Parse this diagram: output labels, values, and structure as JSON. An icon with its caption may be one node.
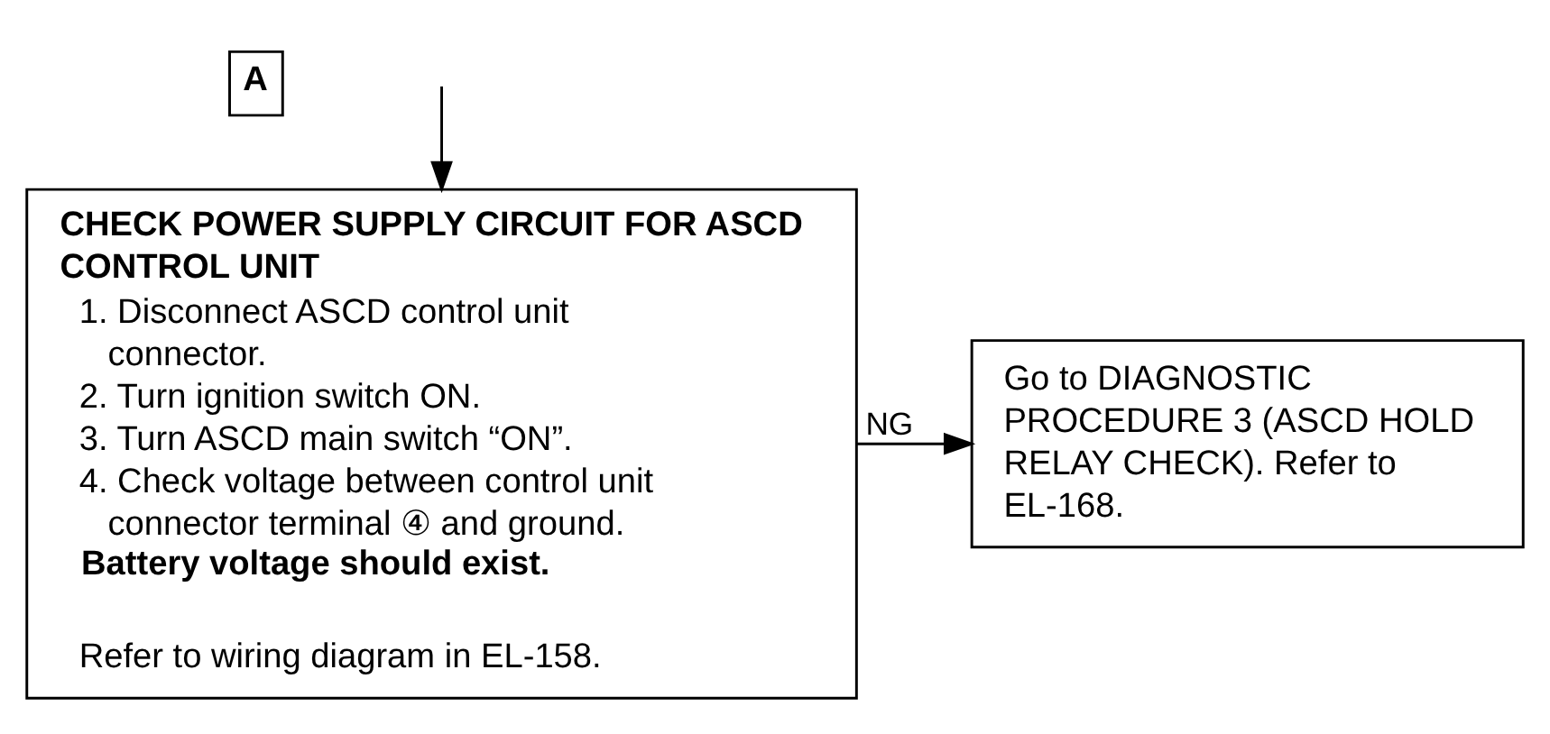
{
  "diagram": {
    "nodes": [
      {
        "text": [
          "CHECK POWER SUPPLY CIRCUIT FOR ASCD CONTROL UNIT",
          "1. Disconnect ASCD control unit connector.",
          "2. Turn ignition switch ON.",
          "3. Turn ASCD main switch “ON”.",
          "4. Check voltage between control unit connector terminal ④ and ground.",
          "Battery voltage should exist.",
          "Refer to wiring diagram in EL-158."
        ]
      },
      {
        "text": [
          "Go to DIAGNOSTIC PROCEDURE 3 (ASCD HOLD RELAY CHECK). Refer to EL-168."
        ]
      }
    ],
    "edges": [
      {
        "from": null,
        "to": 0,
        "arrow": "to"
      },
      {
        "from": 0,
        "to": 1,
        "arrow": "to",
        "label": "NG"
      }
    ],
    "labels": [
      "A"
    ]
  }
}
